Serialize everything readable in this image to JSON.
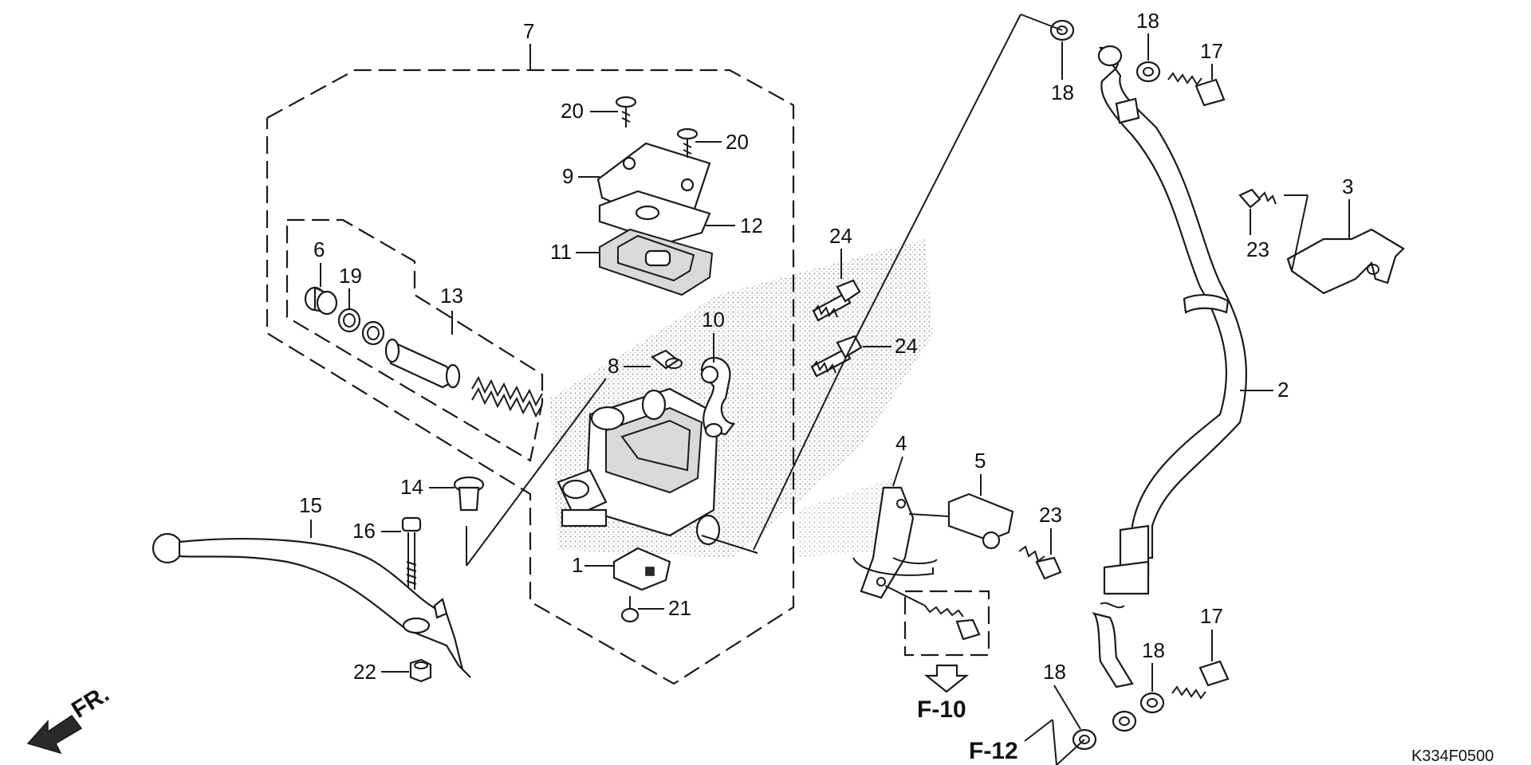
{
  "callouts": {
    "c1": "1",
    "c2": "2",
    "c3": "3",
    "c4": "4",
    "c5": "5",
    "c6": "6",
    "c7": "7",
    "c8": "8",
    "c9": "9",
    "c10": "10",
    "c11": "11",
    "c12": "12",
    "c13": "13",
    "c14": "14",
    "c15": "15",
    "c16": "16",
    "c17a": "17",
    "c17b": "17",
    "c18a": "18",
    "c18b": "18",
    "c18c": "18",
    "c18d": "18",
    "c19": "19",
    "c20a": "20",
    "c20b": "20",
    "c21": "21",
    "c22": "22",
    "c23a": "23",
    "c23b": "23",
    "c24a": "24",
    "c24b": "24"
  },
  "refs": {
    "f10": "F-10",
    "f12": "F-12",
    "front": "FR."
  },
  "diagram_code": "K334F0500",
  "colors": {
    "ink": "#1a1a1a",
    "stipple": "#9a9a9a",
    "background": "#ffffff"
  }
}
